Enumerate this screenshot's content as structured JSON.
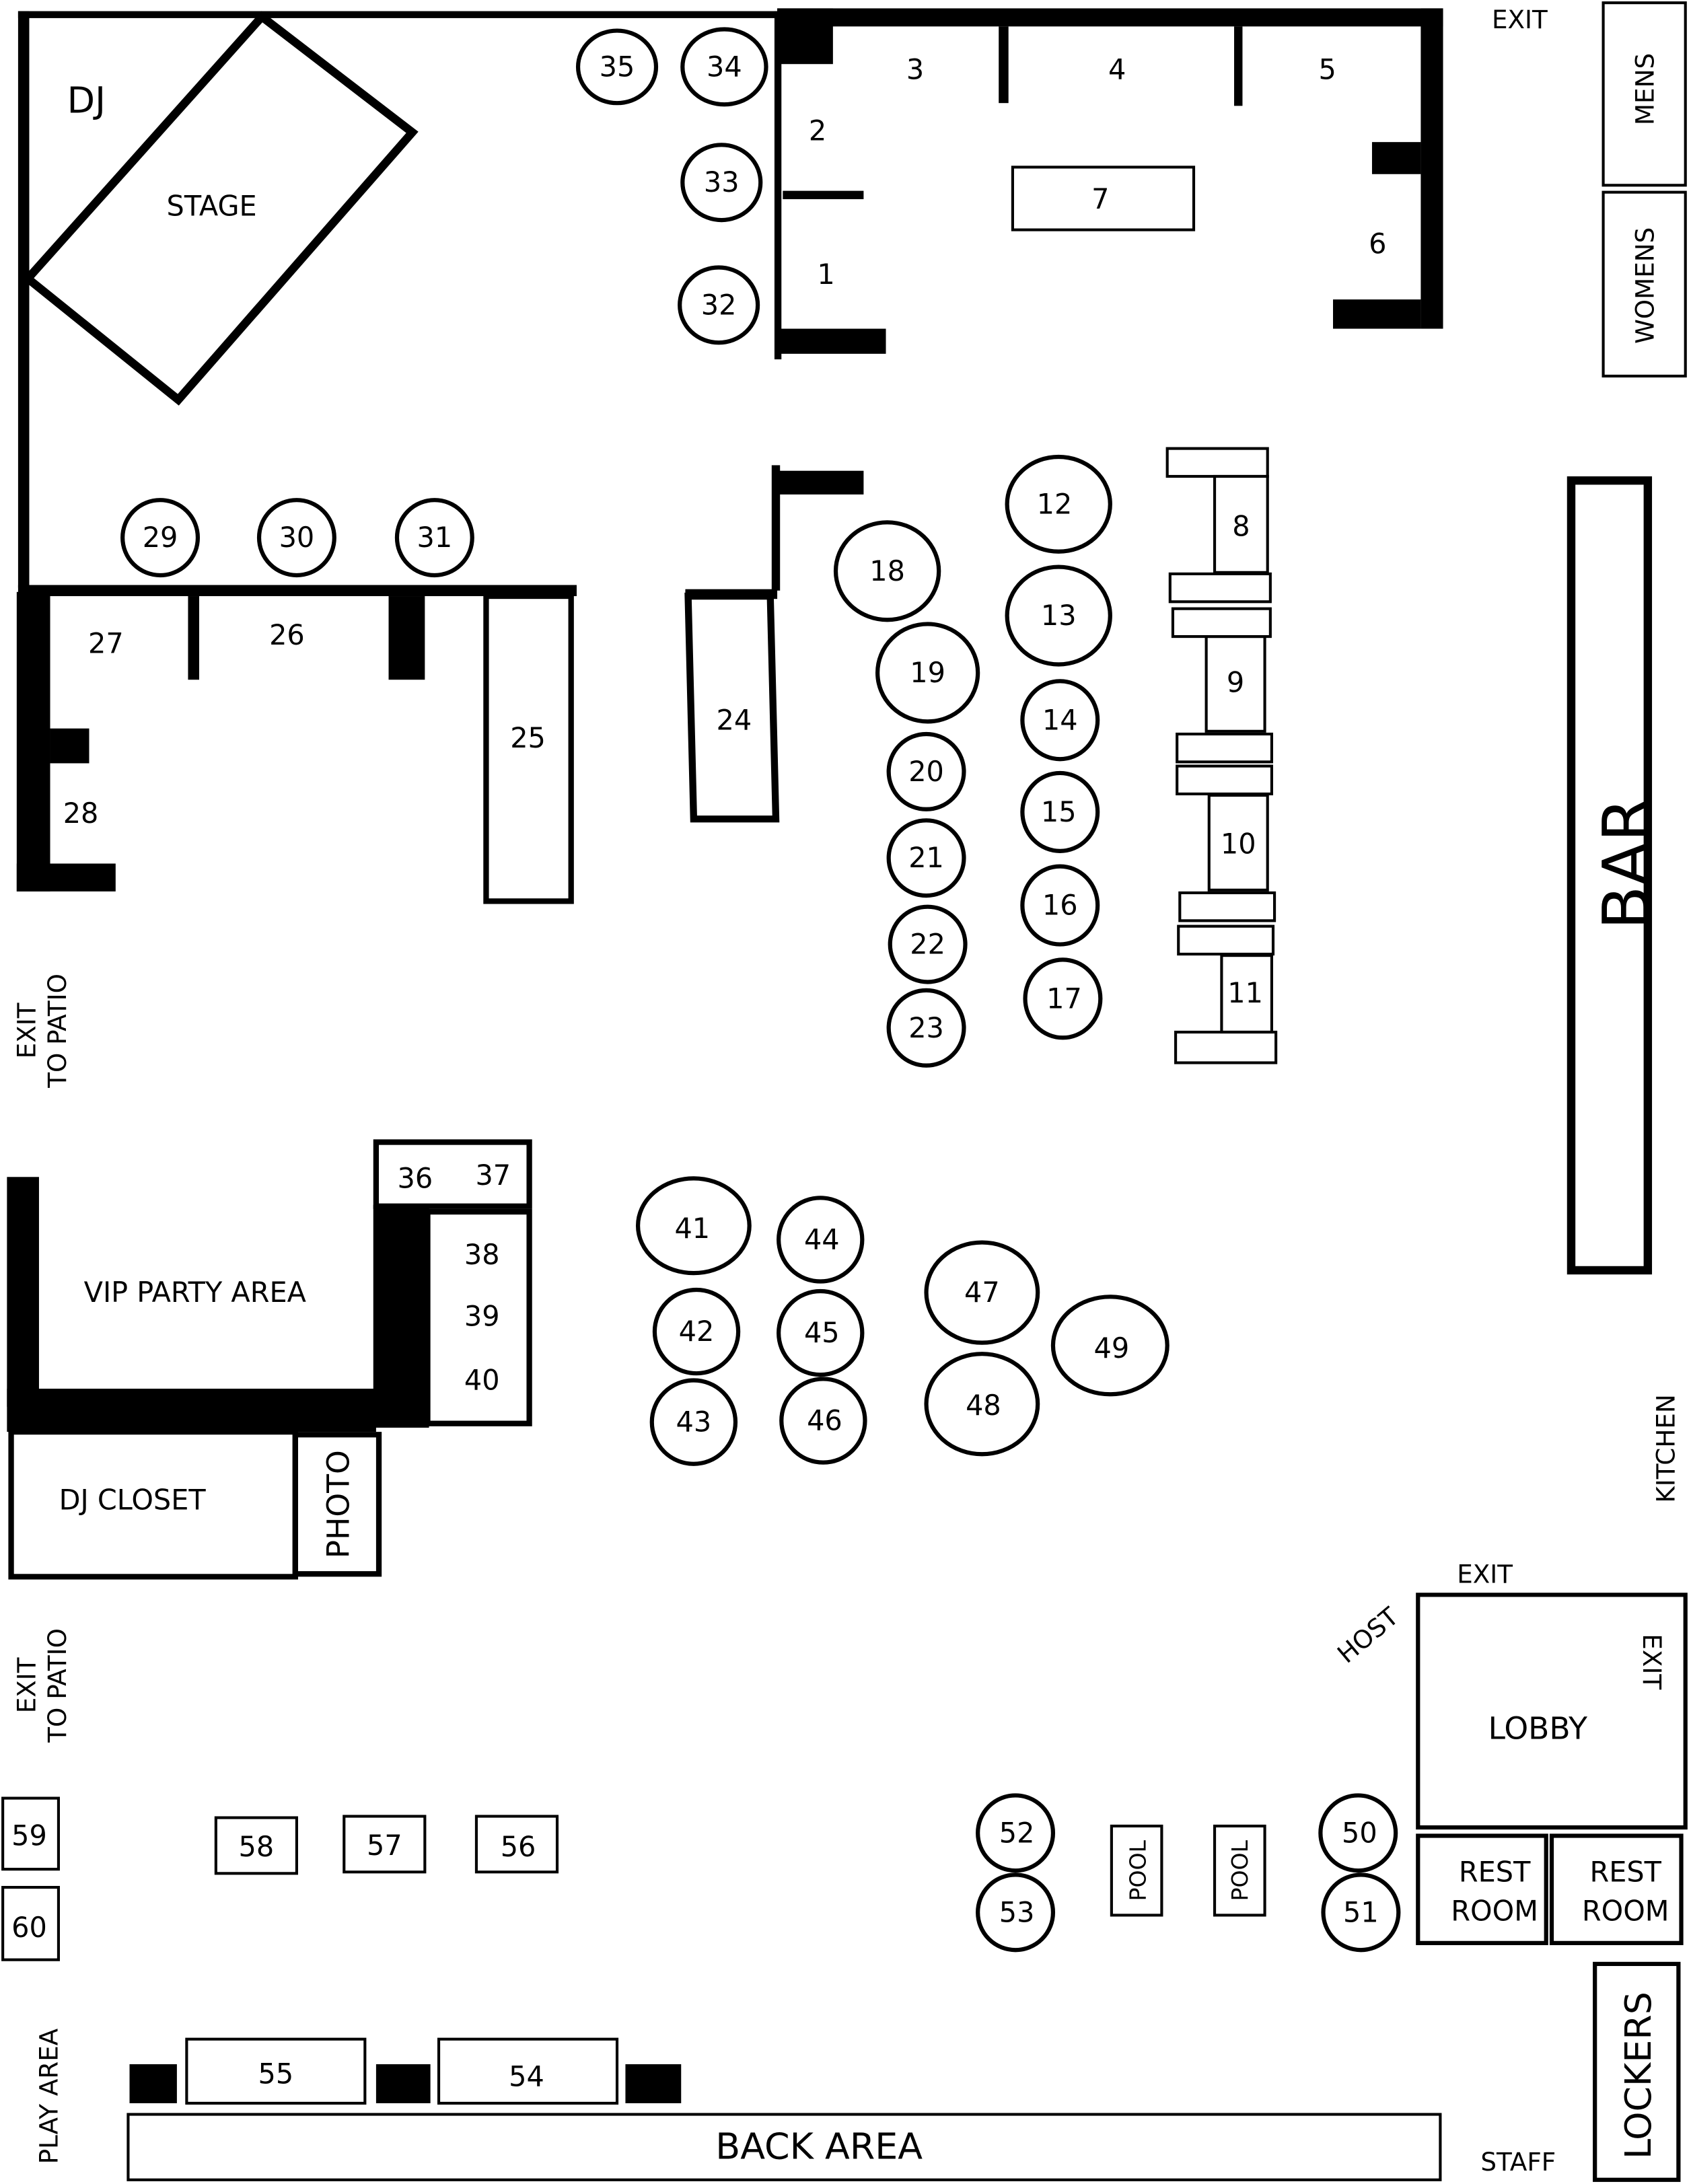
{
  "areas": {
    "dj": "DJ",
    "stage": "STAGE",
    "bar": "BAR",
    "mens": "MENS",
    "womens": "WOMENS",
    "exit_top": "EXIT",
    "exit_patio_1": [
      "EXIT",
      "TO PATIO"
    ],
    "exit_patio_2": [
      "EXIT",
      "TO PATIO"
    ],
    "vip": "VIP PARTY AREA",
    "dj_closet": "DJ CLOSET",
    "photo": "PHOTO",
    "kitchen": "KITCHEN",
    "exit_lobby": "EXIT",
    "host": "HOST",
    "lobby": "LOBBY",
    "exit_side": "EXIT",
    "rest_room_1": [
      "REST",
      "ROOM"
    ],
    "rest_room_2": [
      "REST",
      "ROOM"
    ],
    "lockers": "LOCKERS",
    "pool_1": "POOL",
    "pool_2": "POOL",
    "play_area": "PLAY AREA",
    "back_area": "BACK AREA",
    "staff": "STAFF"
  },
  "tables": {
    "t1": "1",
    "t2": "2",
    "t3": "3",
    "t4": "4",
    "t5": "5",
    "t6": "6",
    "t7": "7",
    "t8": "8",
    "t9": "9",
    "t10": "10",
    "t11": "11",
    "t12": "12",
    "t13": "13",
    "t14": "14",
    "t15": "15",
    "t16": "16",
    "t17": "17",
    "t18": "18",
    "t19": "19",
    "t20": "20",
    "t21": "21",
    "t22": "22",
    "t23": "23",
    "t24": "24",
    "t25": "25",
    "t26": "26",
    "t27": "27",
    "t28": "28",
    "t29": "29",
    "t30": "30",
    "t31": "31",
    "t32": "32",
    "t33": "33",
    "t34": "34",
    "t35": "35",
    "t36": "36",
    "t37": "37",
    "t38": "38",
    "t39": "39",
    "t40": "40",
    "t41": "41",
    "t42": "42",
    "t43": "43",
    "t44": "44",
    "t45": "45",
    "t46": "46",
    "t47": "47",
    "t48": "48",
    "t49": "49",
    "t50": "50",
    "t51": "51",
    "t52": "52",
    "t53": "53",
    "t54": "54",
    "t55": "55",
    "t56": "56",
    "t57": "57",
    "t58": "58",
    "t59": "59",
    "t60": "60"
  }
}
